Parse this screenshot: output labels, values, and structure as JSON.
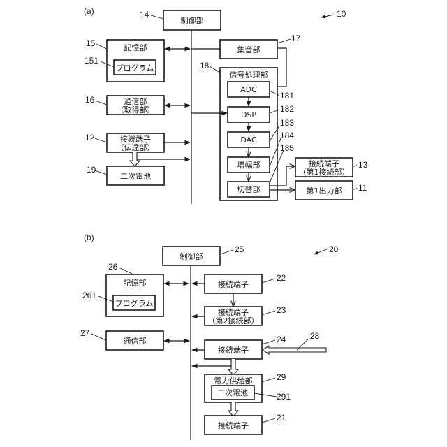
{
  "panels": {
    "a": {
      "label": "(a)",
      "ref": "10",
      "control": {
        "label": "制御部",
        "ref": "14"
      },
      "memory": {
        "label": "記憶部",
        "ref": "15",
        "program": {
          "label": "プログラム",
          "ref": "151"
        }
      },
      "sound": {
        "label": "集音部",
        "ref": "17"
      },
      "signal": {
        "label": "信号処理部",
        "ref": "18",
        "adc": {
          "label": "ADC",
          "ref": "181"
        },
        "dsp": {
          "label": "DSP",
          "ref": "182"
        },
        "dac": {
          "label": "DAC",
          "ref": "183"
        },
        "amp": {
          "label": "増幅部",
          "ref": "184"
        },
        "switch": {
          "label": "切替部",
          "ref": "185"
        }
      },
      "comm": {
        "line1": "通信部",
        "line2": "（取得部）",
        "ref": "16"
      },
      "connector": {
        "line1": "接続端子",
        "line2": "（伝達部）",
        "ref": "12"
      },
      "battery": {
        "label": "二次電池",
        "ref": "19"
      },
      "connector1": {
        "line1": "接続端子",
        "line2": "（第1接続部）",
        "ref": "13"
      },
      "output1": {
        "label": "第1出力部",
        "ref": "11"
      }
    },
    "b": {
      "label": "(b)",
      "ref": "20",
      "control": {
        "label": "制御部",
        "ref": "25"
      },
      "memory": {
        "label": "記憶部",
        "ref": "26",
        "program": {
          "label": "プログラム",
          "ref": "261"
        }
      },
      "comm": {
        "label": "通信部",
        "ref": "27"
      },
      "conn22": {
        "label": "接続端子",
        "ref": "22"
      },
      "conn23": {
        "line1": "接続端子",
        "line2": "（第2接続部）",
        "ref": "23"
      },
      "conn24": {
        "label": "接続端子",
        "ref": "24"
      },
      "cable": {
        "ref": "28"
      },
      "power": {
        "label": "電力供給部",
        "ref": "29",
        "battery": {
          "label": "二次電池",
          "ref": "291"
        }
      },
      "conn21": {
        "label": "接続端子",
        "ref": "21"
      }
    }
  }
}
